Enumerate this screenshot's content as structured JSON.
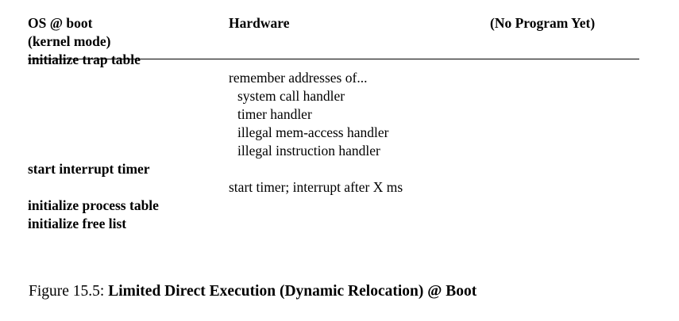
{
  "figure": {
    "columns": {
      "os_header_line1": "OS @ boot",
      "os_header_line2": "(kernel mode)",
      "hardware_header": "Hardware",
      "program_header": "(No Program Yet)"
    },
    "rows": [
      {
        "os": "initialize trap table",
        "hardware": "",
        "program": ""
      },
      {
        "os": "",
        "hardware": "remember addresses of...",
        "program": ""
      },
      {
        "os": "",
        "hardware": "system call handler",
        "program": "",
        "indent": true
      },
      {
        "os": "",
        "hardware": "timer handler",
        "program": "",
        "indent": true
      },
      {
        "os": "",
        "hardware": "illegal mem-access handler",
        "program": "",
        "indent": true
      },
      {
        "os": "",
        "hardware": "illegal instruction handler",
        "program": "",
        "indent": true
      },
      {
        "os": "start interrupt timer",
        "hardware": "",
        "program": ""
      },
      {
        "os": "",
        "hardware": "start timer; interrupt after X ms",
        "program": ""
      },
      {
        "os": "initialize process table",
        "hardware": "",
        "program": ""
      },
      {
        "os": "initialize free list",
        "hardware": "",
        "program": ""
      }
    ],
    "caption": {
      "label": "Figure 15.5: ",
      "title": "Limited Direct Execution (Dynamic Relocation) @ Boot"
    },
    "colors": {
      "text": "#000000",
      "background": "#ffffff",
      "rule": "#000000"
    }
  }
}
